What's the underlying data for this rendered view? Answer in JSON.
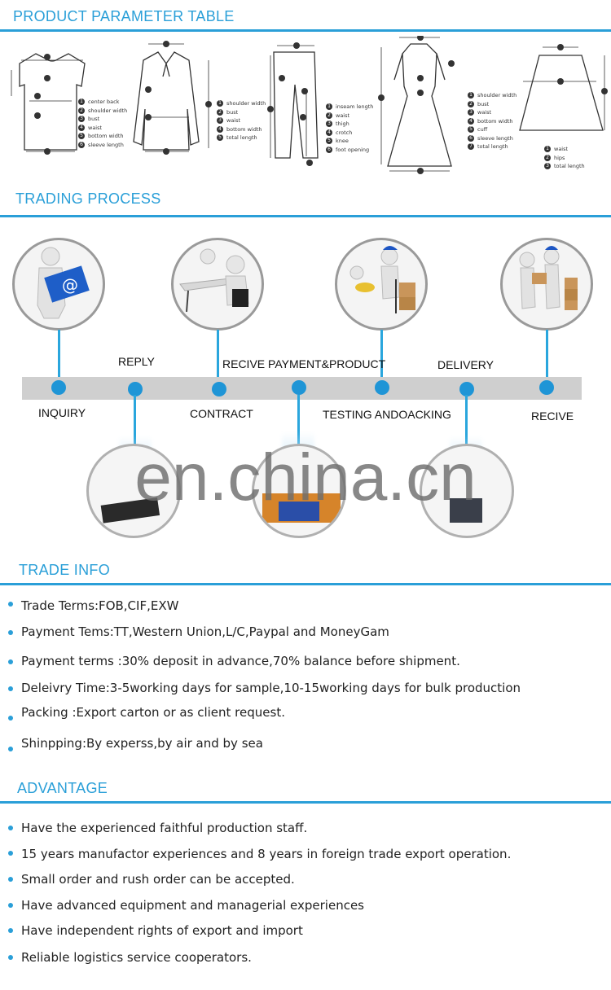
{
  "sections": {
    "product_parameter": "PRODUCT PARAMETER TABLE",
    "trading_process": "TRADING PROCESS",
    "trade_info": "TRADE INFO",
    "advantage": "ADVANTAGE"
  },
  "garments": {
    "top_legend": [
      "center back",
      "shoulder width",
      "bust",
      "waist",
      "bottom width",
      "sleeve length"
    ],
    "shirt_legend": [
      "shoulder width",
      "bust",
      "waist",
      "bottom width",
      "total length"
    ],
    "pants_legend": [
      "inseam length",
      "waist",
      "thigh",
      "crotch",
      "knee",
      "foot opening"
    ],
    "dress_legend": [
      "shoulder width",
      "bust",
      "waist",
      "bottom width",
      "cuff",
      "sleeve length",
      "total length"
    ],
    "skirt_legend": [
      "waist",
      "hips",
      "total length"
    ]
  },
  "process": {
    "labels_below": [
      "INQUIRY",
      "CONTRACT",
      "TESTING ANDOACKING",
      "RECIVE"
    ],
    "labels_above": [
      "REPLY",
      "RECIVE PAYMENT&PRODUCT",
      "DELIVERY"
    ],
    "icons": [
      "email-person-icon",
      "meeting-table-icon",
      "cargo-inspection-icon",
      "handover-delivery-icon"
    ]
  },
  "watermark": "en.china.cn",
  "trade_info": [
    "Trade Terms:FOB,CIF,EXW",
    "Payment Tems:TT,Western Union,L/C,Paypal and MoneyGam",
    "Payment terms :30% deposit in advance,70% balance before shipment.",
    "Deleivry Time:3-5working days for sample,10-15working days for bulk production",
    "Packing :Export carton or as client request.",
    "Shinpping:By experss,by air and by sea"
  ],
  "advantage": [
    "Have the experienced faithful production staff.",
    "15 years manufactor experiences and 8 years in foreign trade export operation.",
    "Small order and rush order can be accepted.",
    "Have advanced equipment and managerial experiences",
    "Have independent rights of export and import",
    "Reliable logistics service cooperators."
  ],
  "colors": {
    "accent": "#2a9fd8",
    "dot": "#1f95d6",
    "bar": "#cfcfcf"
  }
}
